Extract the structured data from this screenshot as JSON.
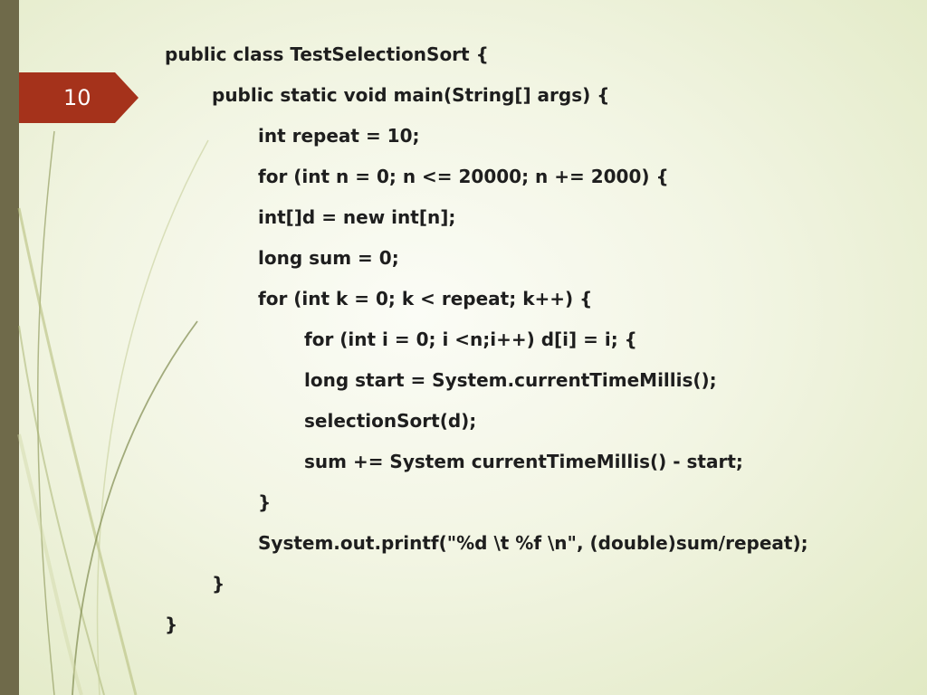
{
  "slide": {
    "page_number": "10",
    "accent_color": "#a5321b",
    "bar_color": "#6f6a4a"
  },
  "code": {
    "lines": [
      {
        "text": "public class TestSelectionSort {",
        "indent": 0
      },
      {
        "text": "public static void main(String[] args) {",
        "indent": 1
      },
      {
        "text": "int repeat = 10;",
        "indent": 2
      },
      {
        "text": "for (int n = 0; n <= 20000; n += 2000) {",
        "indent": 2
      },
      {
        "text": "int[]d = new int[n];",
        "indent": 2
      },
      {
        "text": "long sum = 0;",
        "indent": 2
      },
      {
        "text": "for (int k = 0; k < repeat; k++) {",
        "indent": 2
      },
      {
        "text": "for (int i = 0; i <n;i++) d[i] = i; {",
        "indent": 3
      },
      {
        "text": "long start = System.currentTimeMillis();",
        "indent": 3
      },
      {
        "text": "selectionSort(d);",
        "indent": 3
      },
      {
        "text": "sum += System currentTimeMillis() - start;",
        "indent": 3
      },
      {
        "text": "}",
        "indent": 2
      },
      {
        "text": "System.out.printf(\"%d \\t %f \\n\", (double)sum/repeat);",
        "indent": 2
      },
      {
        "text": "}",
        "indent": 1
      },
      {
        "text": "}",
        "indent": 0
      }
    ]
  }
}
